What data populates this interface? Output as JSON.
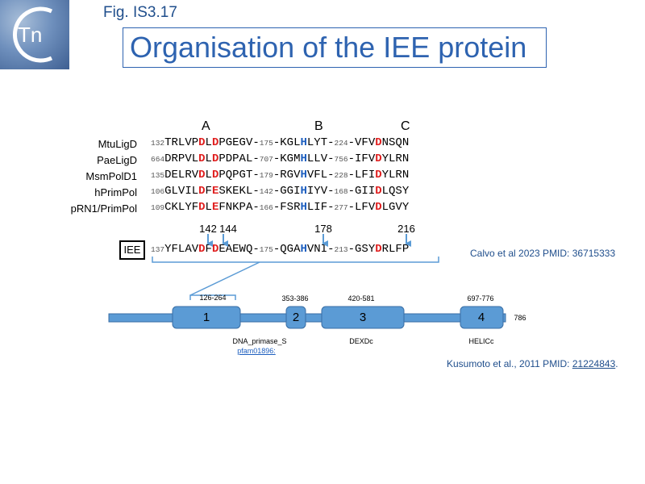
{
  "logo": {
    "text": "Tn"
  },
  "fig_label": "Fig. IS3.17",
  "title": "Organisation of the IEE protein",
  "columns": [
    "A",
    "B",
    "C"
  ],
  "alignment": [
    {
      "name": "MtuLigD",
      "segments": [
        [
          "num",
          "132"
        ],
        [
          "t",
          "TRLVP"
        ],
        [
          "red",
          "D"
        ],
        [
          "t",
          "L"
        ],
        [
          "red",
          "D"
        ],
        [
          "t",
          "PGEGV-"
        ],
        [
          "num",
          "175"
        ],
        [
          "t",
          "-KGL"
        ],
        [
          "blu",
          "H"
        ],
        [
          "t",
          "LYT-"
        ],
        [
          "num",
          "224"
        ],
        [
          "t",
          "-VFV"
        ],
        [
          "red",
          "D"
        ],
        [
          "t",
          "NSQN"
        ]
      ]
    },
    {
      "name": "PaeLigD",
      "segments": [
        [
          "num",
          "664"
        ],
        [
          "t",
          "DRPVL"
        ],
        [
          "red",
          "D"
        ],
        [
          "t",
          "L"
        ],
        [
          "red",
          "D"
        ],
        [
          "t",
          "PDPAL-"
        ],
        [
          "num",
          "707"
        ],
        [
          "t",
          "-KGM"
        ],
        [
          "blu",
          "H"
        ],
        [
          "t",
          "LLV-"
        ],
        [
          "num",
          "756"
        ],
        [
          "t",
          "-IFV"
        ],
        [
          "red",
          "D"
        ],
        [
          "t",
          "YLRN"
        ]
      ]
    },
    {
      "name": "MsmPolD1",
      "segments": [
        [
          "num",
          "135"
        ],
        [
          "t",
          "DELRV"
        ],
        [
          "red",
          "D"
        ],
        [
          "t",
          "L"
        ],
        [
          "red",
          "D"
        ],
        [
          "t",
          "PQPGT-"
        ],
        [
          "num",
          "179"
        ],
        [
          "t",
          "-RGV"
        ],
        [
          "blu",
          "H"
        ],
        [
          "t",
          "VFL-"
        ],
        [
          "num",
          "228"
        ],
        [
          "t",
          "-LFI"
        ],
        [
          "red",
          "D"
        ],
        [
          "t",
          "YLRN"
        ]
      ]
    },
    {
      "name": "hPrimPol",
      "segments": [
        [
          "num",
          "106"
        ],
        [
          "t",
          "GLVIL"
        ],
        [
          "red",
          "D"
        ],
        [
          "t",
          "F"
        ],
        [
          "red",
          "E"
        ],
        [
          "t",
          "SKEKL-"
        ],
        [
          "num",
          "142"
        ],
        [
          "t",
          "-GGI"
        ],
        [
          "blu",
          "H"
        ],
        [
          "t",
          "IYV-"
        ],
        [
          "num",
          "168"
        ],
        [
          "t",
          "-GII"
        ],
        [
          "red",
          "D"
        ],
        [
          "t",
          "LQSY"
        ]
      ]
    },
    {
      "name": "pRN1/PrimPol",
      "segments": [
        [
          "num",
          "109"
        ],
        [
          "t",
          "CKLYF"
        ],
        [
          "red",
          "D"
        ],
        [
          "t",
          "L"
        ],
        [
          "red",
          "E"
        ],
        [
          "t",
          "FNKPA-"
        ],
        [
          "num",
          "166"
        ],
        [
          "t",
          "-FSR"
        ],
        [
          "blu",
          "H"
        ],
        [
          "t",
          "LIF-"
        ],
        [
          "num",
          "277"
        ],
        [
          "t",
          "-LFV"
        ],
        [
          "red",
          "D"
        ],
        [
          "t",
          "LGVY"
        ]
      ]
    }
  ],
  "positions": [
    "142",
    "144",
    "178",
    "216"
  ],
  "iee": {
    "label": "IEE",
    "segments": [
      [
        "num",
        "137"
      ],
      [
        "t",
        "YFLAV"
      ],
      [
        "red",
        "D"
      ],
      [
        "t",
        "F"
      ],
      [
        "red",
        "D"
      ],
      [
        "t",
        "EAEWQ-"
      ],
      [
        "num",
        "175"
      ],
      [
        "t",
        "-QGA"
      ],
      [
        "blu",
        "H"
      ],
      [
        "t",
        "VNI-"
      ],
      [
        "num",
        "213"
      ],
      [
        "t",
        "-GSY"
      ],
      [
        "red",
        "D"
      ],
      [
        "t",
        "RLFP"
      ]
    ]
  },
  "citation1": "Calvo et al 2023 PMID: 36715333",
  "citation2": {
    "prefix": "Kusumoto et al., 2011 PMID: ",
    "pmid": "21224843",
    "suffix": "."
  },
  "protein": {
    "length_label": "786",
    "bracket_label": "126-264",
    "domains": [
      {
        "num": "1",
        "range": ""
      },
      {
        "num": "2",
        "range": "353-386"
      },
      {
        "num": "3",
        "range": "420-581"
      },
      {
        "num": "4",
        "range": "697-776"
      }
    ],
    "domain_names": {
      "d1": "DNA_primase_S",
      "d1_link": "pfam01896:",
      "d3": "DEXDc",
      "d4": "HELICc"
    }
  },
  "colors": {
    "accent": "#2e63b0",
    "red_residue": "#e02020",
    "blue_residue": "#1e5fbf",
    "domain_fill": "#5b9bd5",
    "domain_stroke": "#3a6ea5"
  }
}
